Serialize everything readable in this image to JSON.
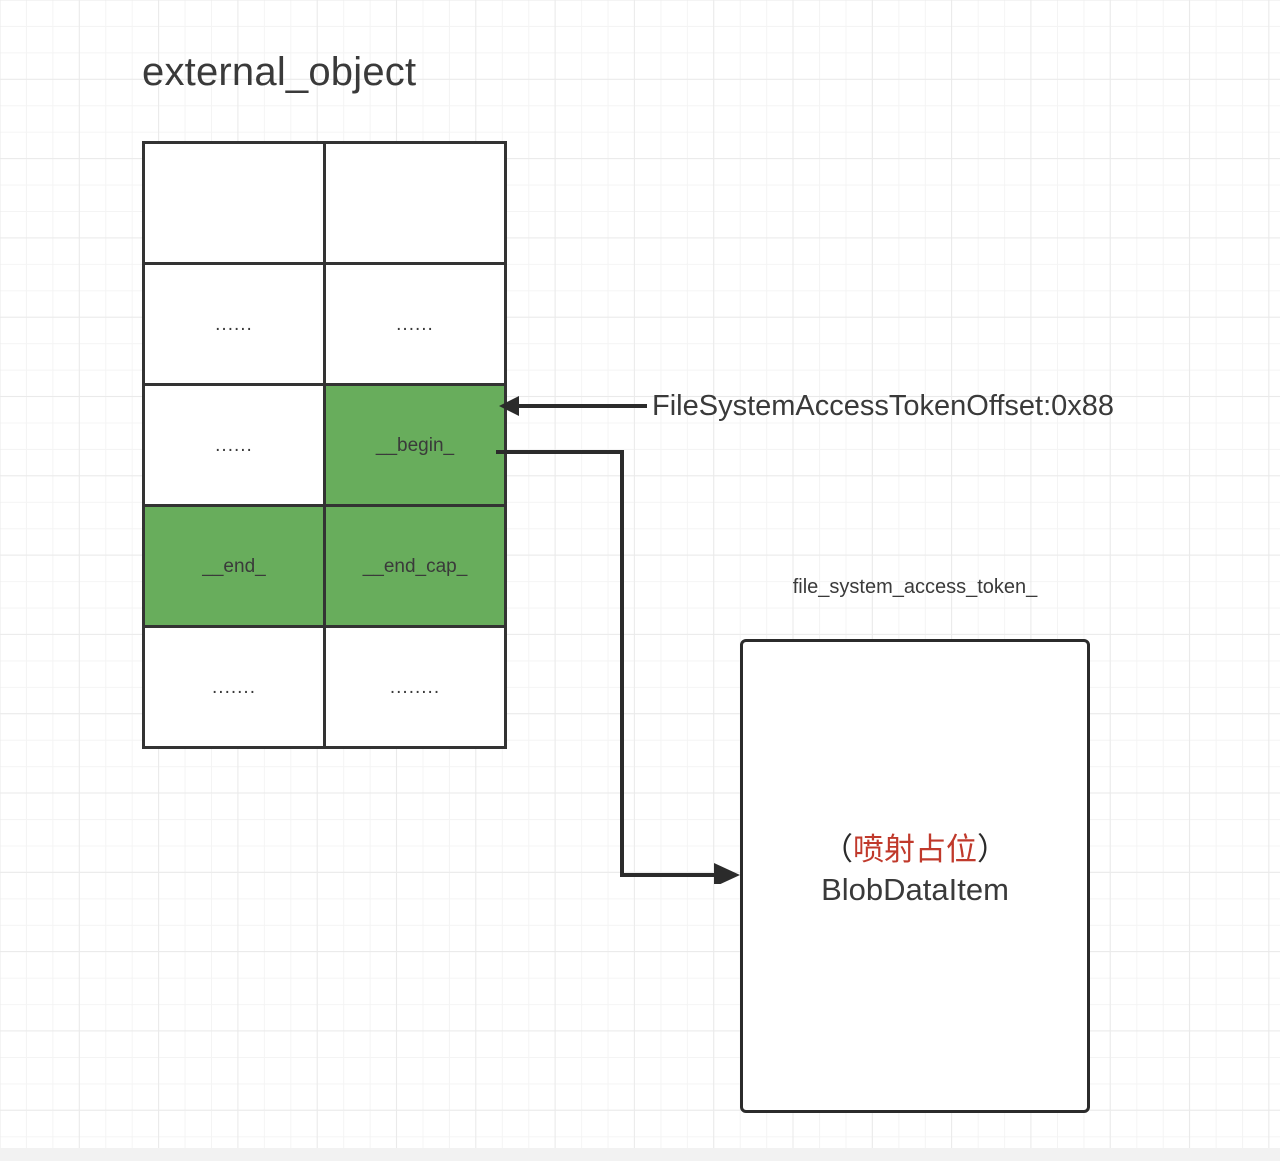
{
  "diagram": {
    "title": "external_object",
    "struct_table": {
      "name": "external_object-layout",
      "rows": [
        [
          {
            "text": "",
            "highlight": false
          },
          {
            "text": "",
            "highlight": false
          }
        ],
        [
          {
            "text": "......",
            "highlight": false
          },
          {
            "text": "......",
            "highlight": false
          }
        ],
        [
          {
            "text": "......",
            "highlight": false
          },
          {
            "text": "__begin_",
            "highlight": true
          }
        ],
        [
          {
            "text": "__end_",
            "highlight": true
          },
          {
            "text": "__end_cap_",
            "highlight": true
          }
        ],
        [
          {
            "text": ".......",
            "highlight": false
          },
          {
            "text": "........",
            "highlight": false
          }
        ]
      ]
    },
    "offset_annotation": {
      "label": "FileSystemAccessTokenOffset:0x88",
      "arrow_direction": "left"
    },
    "blob": {
      "caption": "file_system_access_token_",
      "line1_open_paren": "（",
      "line1_red": "喷射占位",
      "line1_close_paren": "）",
      "line2": "BlobDataItem"
    },
    "colors": {
      "highlight_green": "#68ad5c",
      "stroke_dark": "#333333",
      "accent_red": "#c0392b",
      "text_dark": "#3a3a3a",
      "grid_minor": "#f4f4f4",
      "grid_major": "#eaeaea"
    }
  }
}
